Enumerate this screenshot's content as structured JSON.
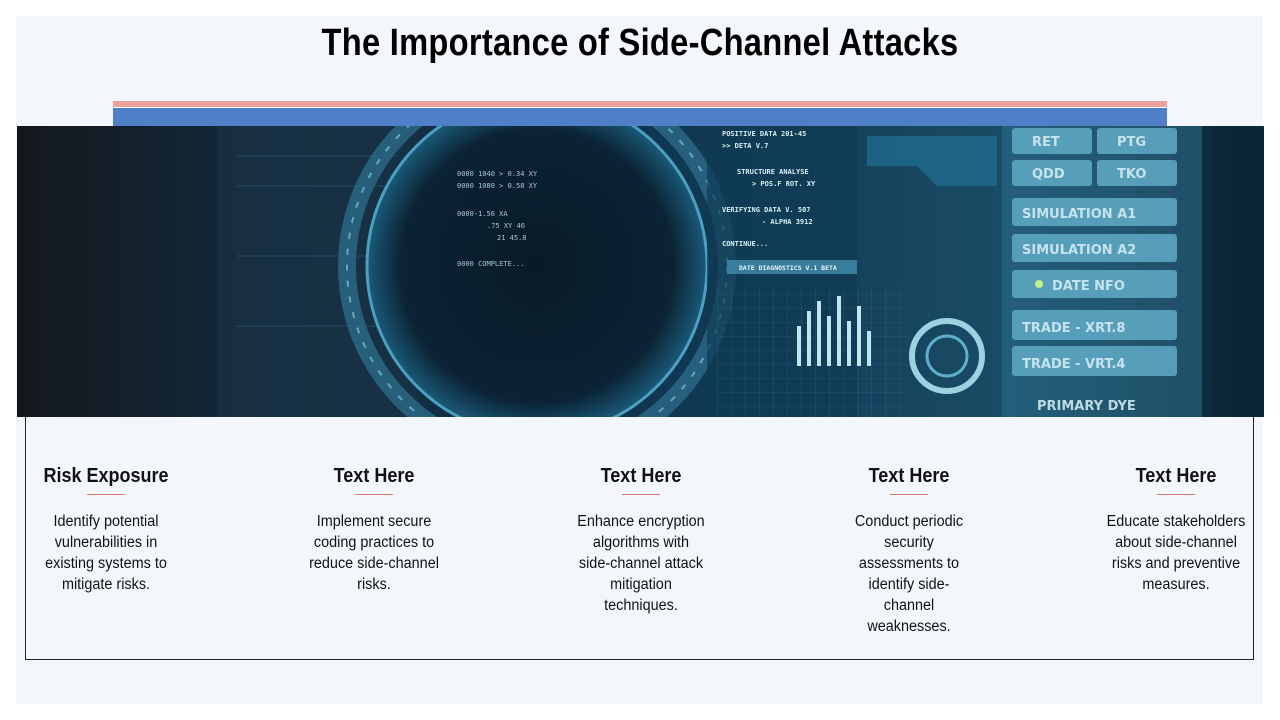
{
  "slide": {
    "title": "The Importance of Side-Channel Attacks",
    "colors": {
      "accent_pink": "#e8a19c",
      "accent_blue": "#4f7fc7",
      "background": "#f3f7fb"
    },
    "banner": {
      "icon": "futuristic-hud-screen-image",
      "hud_text": [
        "POSITIVE DATA 201-45",
        ">> DETA V.7",
        "STRUCTURE ANALYSE",
        "> POS.F ROT. XY",
        "VERIFYING DATA V. 507",
        "- ALPHA 3912",
        "CONTINUE...",
        "DATE DIAGNOSTICS V.1 BETA",
        "RET",
        "PTG",
        "QDD",
        "TKO",
        "SIMULATION A1",
        "SIMULATION A2",
        "DATE NFO",
        "TRADE - XRT.8",
        "TRADE - VRT.4",
        "PRIMARY DYE"
      ]
    },
    "columns": [
      {
        "heading": "Risk Exposure",
        "body": "Identify potential vulnerabilities in existing systems to mitigate risks."
      },
      {
        "heading": "Text Here",
        "body": "Implement secure coding practices to reduce side-channel risks."
      },
      {
        "heading": "Text Here",
        "body": "Enhance encryption algorithms with side-channel attack mitigation techniques."
      },
      {
        "heading": "Text Here",
        "body": "Conduct periodic security assessments to identify side-channel weaknesses."
      },
      {
        "heading": "Text Here",
        "body": "Educate stakeholders about side-channel risks and preventive measures."
      }
    ]
  }
}
